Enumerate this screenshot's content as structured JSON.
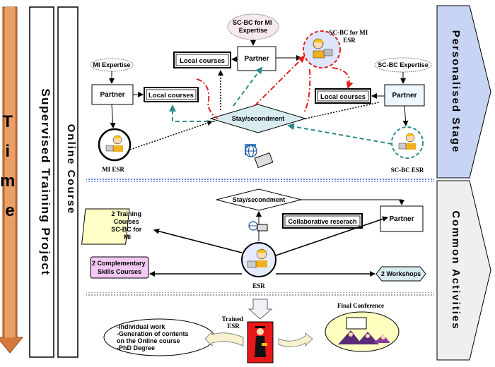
{
  "left": {
    "time": "Time",
    "supervised": "Supervised Training Project",
    "online": "Online Course"
  },
  "right": {
    "personalised": "Personalised Stage",
    "common": "Common Activities"
  },
  "top": {
    "scbc_mi_expertise": [
      "SC-BC for MI",
      "Expertise"
    ],
    "partner_center": "Partner",
    "local_courses_top": "Local courses",
    "scbc_mi_esr": [
      "SC-BC for MI",
      "ESR"
    ],
    "mi_expertise": "MI Expertise",
    "partner_left": "Partner",
    "local_courses_left": "Local courses",
    "scbc_expertise": "SC-BC Expertise",
    "local_courses_right": "Local courses",
    "partner_right": "Partner",
    "stay_top": "Stay/secondment",
    "mi_esr": "MI   ESR",
    "scbc_esr": "SC-BC  ESR"
  },
  "middle": {
    "stay": "Stay/secondment",
    "training": [
      "2 Training",
      "Courses",
      "SC-BC for",
      "MI"
    ],
    "collab": "Collaborative reserach",
    "partner": "Partner",
    "skills": [
      "2 Complementary",
      "Skills Courses"
    ],
    "esr": "ESR",
    "workshops": "2 Workshops"
  },
  "bottom": {
    "individual": [
      "-Individual work",
      "-Generation of contents",
      " on the Online course",
      "-PhD Degree"
    ],
    "trained": [
      "Trained",
      "ESR"
    ],
    "final": "Final Conference"
  },
  "colors": {
    "green": "#2e8b8b",
    "red": "#e02020",
    "blueStage": "#c8d4f4",
    "grayStage": "#efefef",
    "lavender": "#f3c8f3",
    "lightBlue": "#d8ecf0",
    "cream": "#ffffc8"
  }
}
